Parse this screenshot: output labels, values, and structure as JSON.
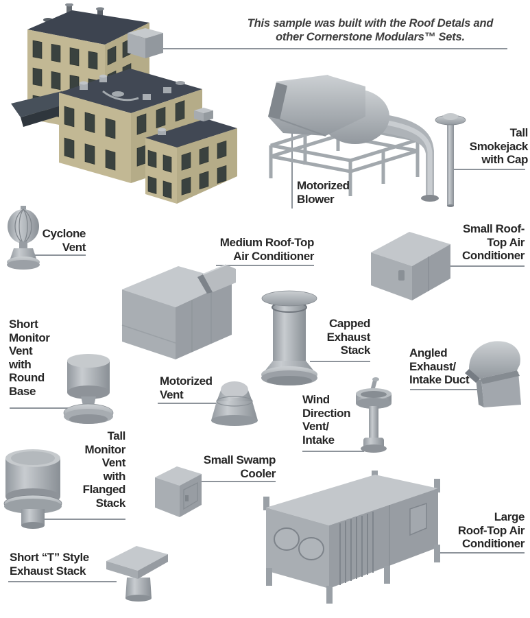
{
  "note": {
    "lines": [
      "This sample was built with the Roof Detals",
      "and other Cornerstone Modulars™ Sets."
    ]
  },
  "parts": {
    "motorized_blower": {
      "lines": [
        "Motorized",
        "Blower"
      ]
    },
    "tall_smokejack": {
      "lines": [
        "Tall",
        "Smokejack",
        "with Cap"
      ]
    },
    "cyclone_vent": {
      "lines": [
        "Cyclone",
        "Vent"
      ]
    },
    "medium_ac": {
      "lines": [
        "Medium Roof-Top",
        "Air Conditioner"
      ]
    },
    "small_ac": {
      "lines": [
        "Small Roof-",
        "Top Air",
        "Conditioner"
      ]
    },
    "capped_stack": {
      "lines": [
        "Capped",
        "Exhaust",
        "Stack"
      ]
    },
    "angled_duct": {
      "lines": [
        "Angled",
        "Exhaust/",
        "Intake Duct"
      ]
    },
    "short_monitor_vent": {
      "lines": [
        "Short",
        "Monitor",
        "Vent",
        "with",
        "Round",
        "Base"
      ]
    },
    "motorized_vent": {
      "lines": [
        "Motorized",
        "Vent"
      ]
    },
    "wind_vent": {
      "lines": [
        "Wind",
        "Direction",
        "Vent/",
        "Intake"
      ]
    },
    "tall_monitor_vent": {
      "lines": [
        "Tall",
        "Monitor",
        "Vent",
        "with",
        "Flanged",
        "Stack"
      ]
    },
    "swamp_cooler": {
      "lines": [
        "Small Swamp",
        "Cooler"
      ]
    },
    "short_t_stack": {
      "lines": [
        "Short “T” Style",
        "Exhaust Stack"
      ]
    },
    "large_ac": {
      "lines": [
        "Large",
        "Roof-Top Air",
        "Conditioner"
      ]
    }
  },
  "colors": {
    "label_color": "#262626",
    "note_color": "#3c3c3c",
    "leader_color": "#8d939a",
    "part_light": "#c5c9cd",
    "part_mid": "#a9aeb3",
    "part_dark": "#989da3",
    "wall_tan": "#c2b894",
    "wall_tan_shade": "#b5ac88",
    "roof_dark": "#414854",
    "window_dark": "#3a423f"
  }
}
